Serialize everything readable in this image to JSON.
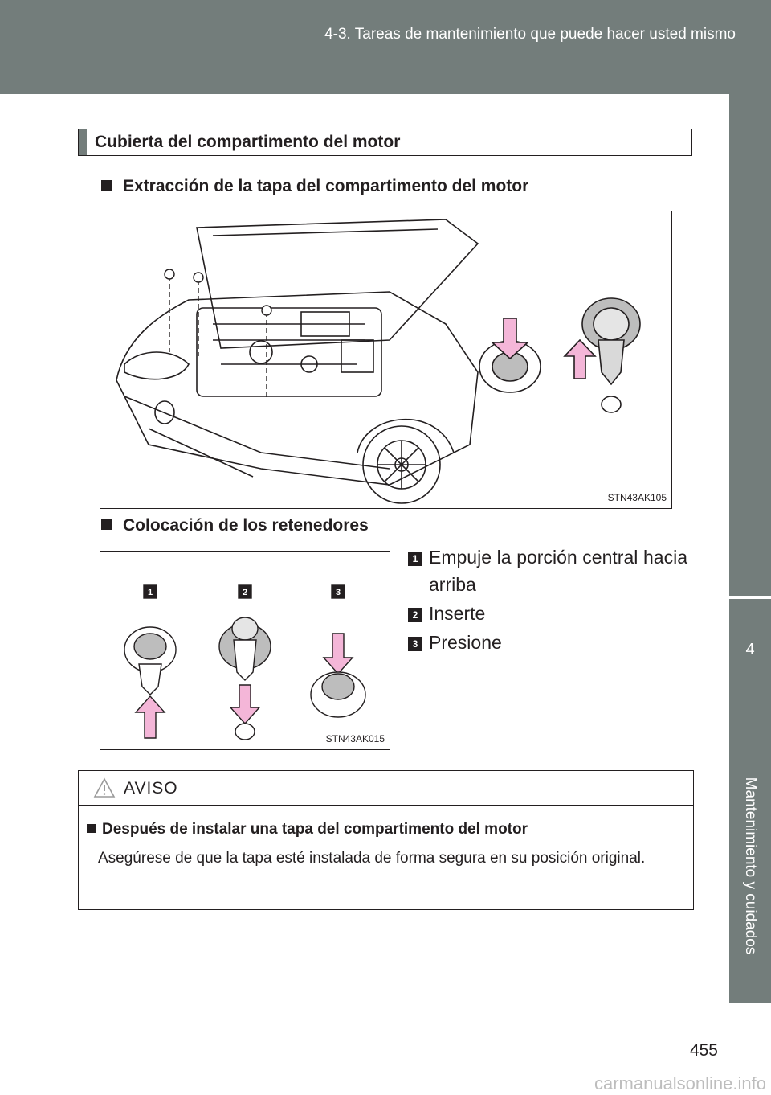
{
  "header": {
    "breadcrumb": "4-3. Tareas de mantenimiento que puede hacer usted mismo"
  },
  "side_tab": {
    "chapter_number": "4",
    "chapter_title": "Mantenimiento y cuidados"
  },
  "section": {
    "title": "Cubierta del compartimento del motor"
  },
  "removal": {
    "heading": "Extracción de la tapa del compartimento del motor",
    "figure_code": "STN43AK105"
  },
  "install": {
    "heading": "Colocación de los retenedores",
    "figure_code": "STN43AK015",
    "steps": [
      {
        "number": "1",
        "text": "Empuje la porción central hacia arriba"
      },
      {
        "number": "2",
        "text": "Inserte"
      },
      {
        "number": "3",
        "text": "Presione"
      }
    ]
  },
  "warning": {
    "label": "AVISO",
    "subheading": "Después de instalar una tapa del compartimento del motor",
    "body": "Asegúrese de que la tapa esté instalada de forma segura en su posición original."
  },
  "footer": {
    "page_number": "455",
    "watermark": "carmanualsonline.info"
  },
  "colors": {
    "band": "#737d7b",
    "arrow": "#f4b6d8",
    "text": "#231f20"
  }
}
